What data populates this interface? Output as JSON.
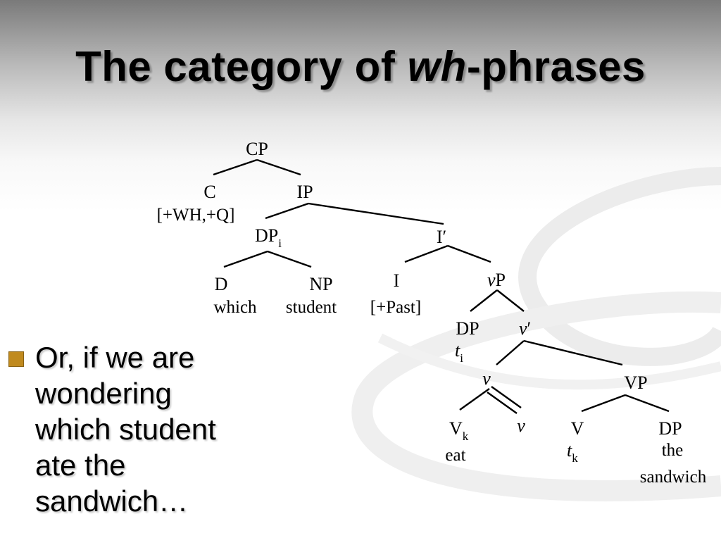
{
  "slide": {
    "title_before": "The category of ",
    "title_italic": "wh",
    "title_after": "-phrases",
    "bullet": "Or, if we are wondering which student ate the sandwich…"
  },
  "tree": {
    "cp": "CP",
    "c": "C",
    "c_feature": "[+WH,+Q]",
    "ip": "IP",
    "dp_label": "DP",
    "dp_index": "i",
    "i_bar": "I′",
    "d": "D",
    "d_word": "which",
    "np": "NP",
    "np_word": "student",
    "i": "I",
    "i_feature": "[+Past]",
    "vp_little_v": "v",
    "vp_little_p": "P",
    "spec_dp": "DP",
    "trace_t": "t",
    "trace_i": "i",
    "v_bar_v": "v",
    "v_bar_prime": "′",
    "v_head": "v",
    "VP": "VP",
    "vk_label": "V",
    "vk_index": "k",
    "vk_word": "eat",
    "v_low": "v",
    "v_comp": "V",
    "trace2_t": "t",
    "trace2_k": "k",
    "obj_dp": "DP",
    "obj_the": "the",
    "obj_sandwich": "sandwich"
  }
}
